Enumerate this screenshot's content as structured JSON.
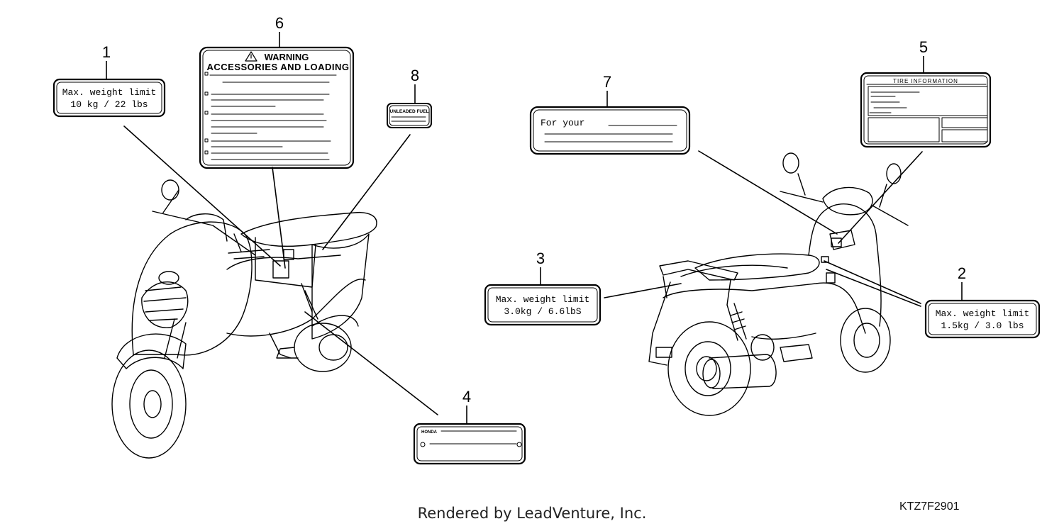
{
  "callouts": [
    "1",
    "2",
    "3",
    "4",
    "5",
    "6",
    "7",
    "8"
  ],
  "labels": {
    "l1": {
      "line1": "Max. weight limit",
      "line2": "10 kg  /  22 lbs"
    },
    "l2": {
      "line1": "Max. weight limit",
      "line2": "1.5kg  / 3.0 lbs"
    },
    "l3": {
      "line1": "Max. weight limit",
      "line2": "3.0kg  / 6.6lbS"
    },
    "l4": {
      "brand": "HONDA"
    },
    "l5": {
      "title": "TIRE INFORMATION"
    },
    "l6": {
      "line1": "WARNING",
      "line2": "ACCESSORIES AND LOADING"
    },
    "l7": {
      "line1": "For your"
    },
    "l8": {
      "line1": "UNLEADED FUEL"
    }
  },
  "footer": {
    "rendered_by": "Rendered by LeadVenture, Inc.",
    "code": "KTZ7F2901"
  }
}
